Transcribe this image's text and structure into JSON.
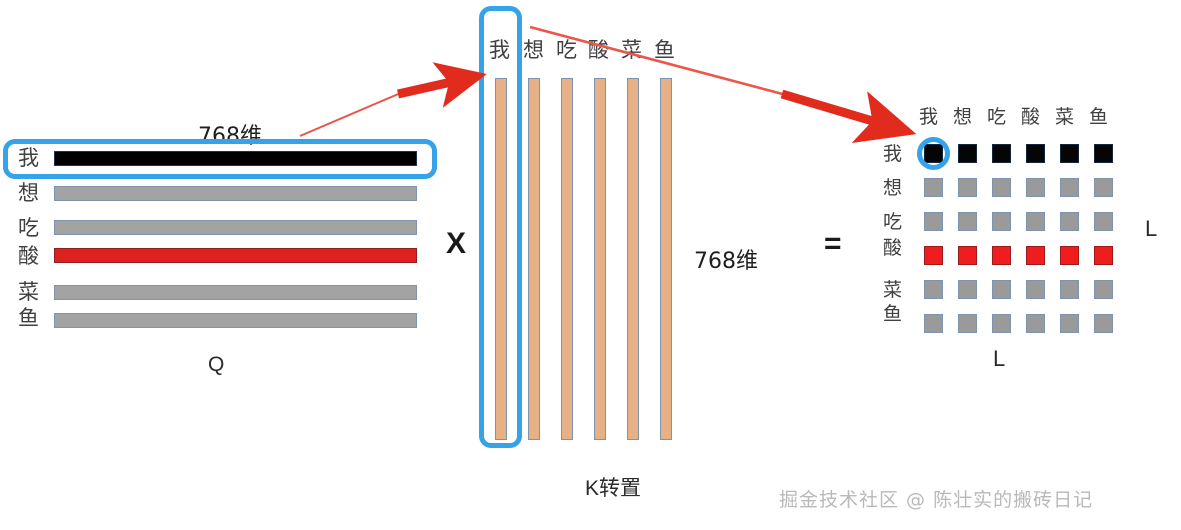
{
  "diagram": {
    "title_tokens": [
      "我",
      "想",
      "吃",
      "酸",
      "菜",
      "鱼"
    ],
    "q_matrix": {
      "name": "Q",
      "dim_label": "768维",
      "row_labels": [
        "我",
        "想",
        "吃",
        "酸",
        "菜",
        "鱼"
      ],
      "row_colors": [
        "black",
        "gray",
        "gray",
        "red",
        "gray",
        "gray"
      ],
      "highlighted_row_index": 0
    },
    "operator_multiply": "X",
    "k_matrix": {
      "name": "K转置",
      "dim_label": "768维",
      "col_labels": [
        "我",
        "想",
        "吃",
        "酸",
        "菜",
        "鱼"
      ],
      "col_color": "#e8b086",
      "highlighted_col_index": 0
    },
    "operator_equals": "=",
    "result_matrix": {
      "col_labels": [
        "我",
        "想",
        "吃",
        "酸",
        "菜",
        "鱼"
      ],
      "row_labels": [
        "我",
        "想",
        "吃",
        "酸",
        "菜",
        "鱼"
      ],
      "size_label_right": "L",
      "size_label_bottom": "L",
      "cells": [
        [
          "black",
          "black",
          "black",
          "black",
          "black",
          "black"
        ],
        [
          "gray",
          "gray",
          "gray",
          "gray",
          "gray",
          "gray"
        ],
        [
          "gray",
          "gray",
          "gray",
          "gray",
          "gray",
          "gray"
        ],
        [
          "red",
          "red",
          "red",
          "red",
          "red",
          "red"
        ],
        [
          "gray",
          "gray",
          "gray",
          "gray",
          "gray",
          "gray"
        ],
        [
          "gray",
          "gray",
          "gray",
          "gray",
          "gray",
          "gray"
        ]
      ],
      "highlighted_cell": {
        "row": 0,
        "col": 0
      }
    },
    "annotations": {
      "arrow_1": "q-row-to-k-column",
      "arrow_2": "k-column-to-result-cell"
    },
    "colors": {
      "highlight_blue": "#36a2e8",
      "arrow_red": "#e02b1d",
      "orange": "#e8b086",
      "gray": "#9a9a9a",
      "red": "#ef1d1d",
      "black": "#050505",
      "border_blue_gray": "#7f93ad"
    }
  },
  "watermark": {
    "text": "掘金技术社区 @ 陈壮实的搬砖日记"
  }
}
